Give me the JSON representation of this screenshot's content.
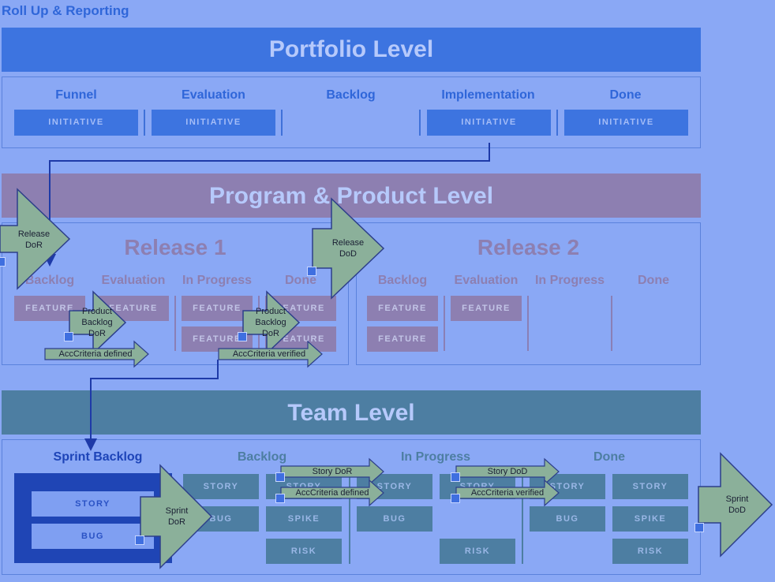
{
  "title": "Roll Up & Reporting",
  "portfolio": {
    "heading": "Portfolio Level",
    "columns": [
      "Funnel",
      "Evaluation",
      "Backlog",
      "Implementation",
      "Done"
    ],
    "card": "INITIATIVE"
  },
  "program": {
    "heading": "Program & Product Level",
    "release1": "Release 1",
    "release2": "Release 2",
    "columns": [
      "Backlog",
      "Evaluation",
      "In Progress",
      "Done"
    ],
    "card": "FEATURE"
  },
  "team": {
    "heading": "Team Level",
    "sprint_backlog": "Sprint Backlog",
    "columns": [
      "Backlog",
      "In Progress",
      "Done"
    ],
    "cards": {
      "story": "STORY",
      "bug": "BUG",
      "spike": "SPIKE",
      "risk": "RISK"
    }
  },
  "gates": {
    "release_dor": "Release DoR",
    "release_dod": "Release DoD",
    "product_backlog_dor_1": "Product Backlog DoR",
    "product_backlog_dor_2": "Product Backlog DoR",
    "sprint_dor": "Sprint DoR",
    "sprint_dod": "Sprint DoD"
  },
  "pills": {
    "acc_defined_1": "AccCriteria defined",
    "acc_verified_1": "AccCriteria verified",
    "story_dor": "Story DoR",
    "acc_defined_2": "AccCriteria defined",
    "story_dod": "Story DoD",
    "acc_verified_2": "AccCriteria verified"
  },
  "colors": {
    "background": "#8aa8f5",
    "portfolio": "#3d74e0",
    "program": "#8d7fb1",
    "team": "#4d7ea2",
    "gate": "#8bb09a",
    "connector": "#1e3aa8"
  },
  "icons": {
    "gate_link": "link-icon"
  }
}
